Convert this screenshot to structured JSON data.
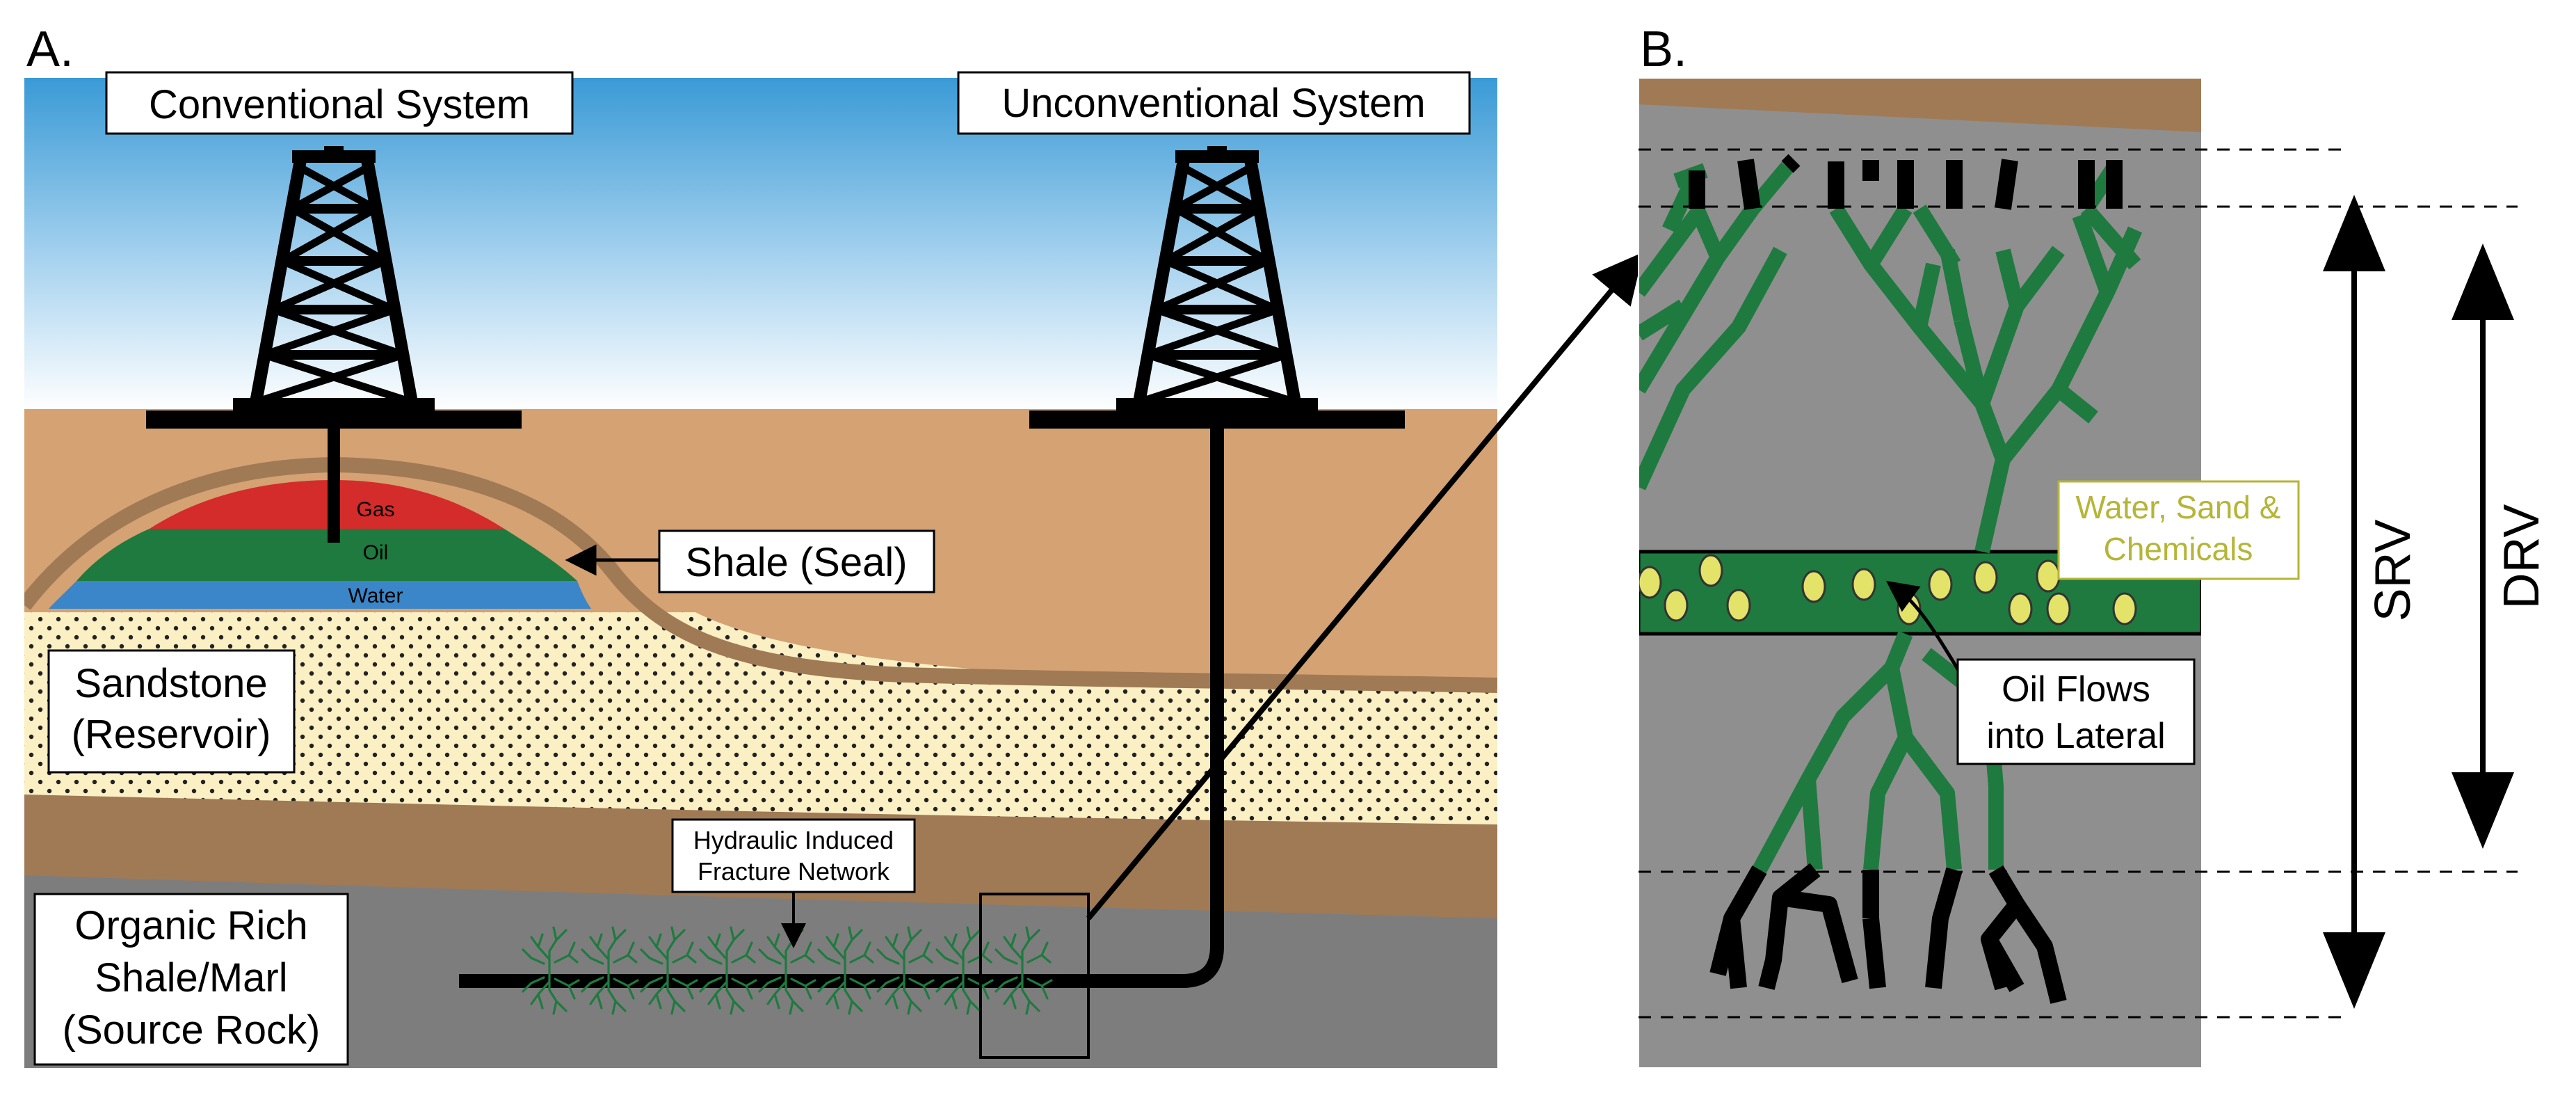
{
  "panel_a": {
    "label": "A.",
    "conventional_label": "Conventional System",
    "unconventional_label": "Unconventional System",
    "gas_label": "Gas",
    "oil_label": "Oil",
    "water_label": "Water",
    "shale_seal_label": "Shale (Seal)",
    "sandstone_line1": "Sandstone",
    "sandstone_line2": "(Reservoir)",
    "source_line1": "Organic Rich",
    "source_line2": "Shale/Marl",
    "source_line3": "(Source Rock)",
    "fracture_line1": "Hydraulic Induced",
    "fracture_line2": "Fracture Network"
  },
  "panel_b": {
    "label": "B.",
    "proppant_line1": "Water, Sand &",
    "proppant_line2": "Chemicals",
    "oil_flow_line1": "Oil Flows",
    "oil_flow_line2": "into Lateral",
    "srv_label": "SRV",
    "drv_label": "DRV"
  },
  "colors": {
    "sky_top": "#3c9cd8",
    "sky_bottom": "#ffffff",
    "overburden": "#d4a273",
    "shale_brown": "#a07a55",
    "sandstone": "#fbefc4",
    "source_rock": "#7d7d7d",
    "panel_b_rock": "#8f8f8f",
    "gas": "#d42b2b",
    "oil": "#1e7a3e",
    "water": "#3b86c8",
    "fracture_green": "#1f7a3f",
    "proppant_yellow": "#e3e36a",
    "proppant_text": "#b5b537"
  },
  "icons": [
    "oil-derrick-icon",
    "oil-derrick-icon"
  ]
}
